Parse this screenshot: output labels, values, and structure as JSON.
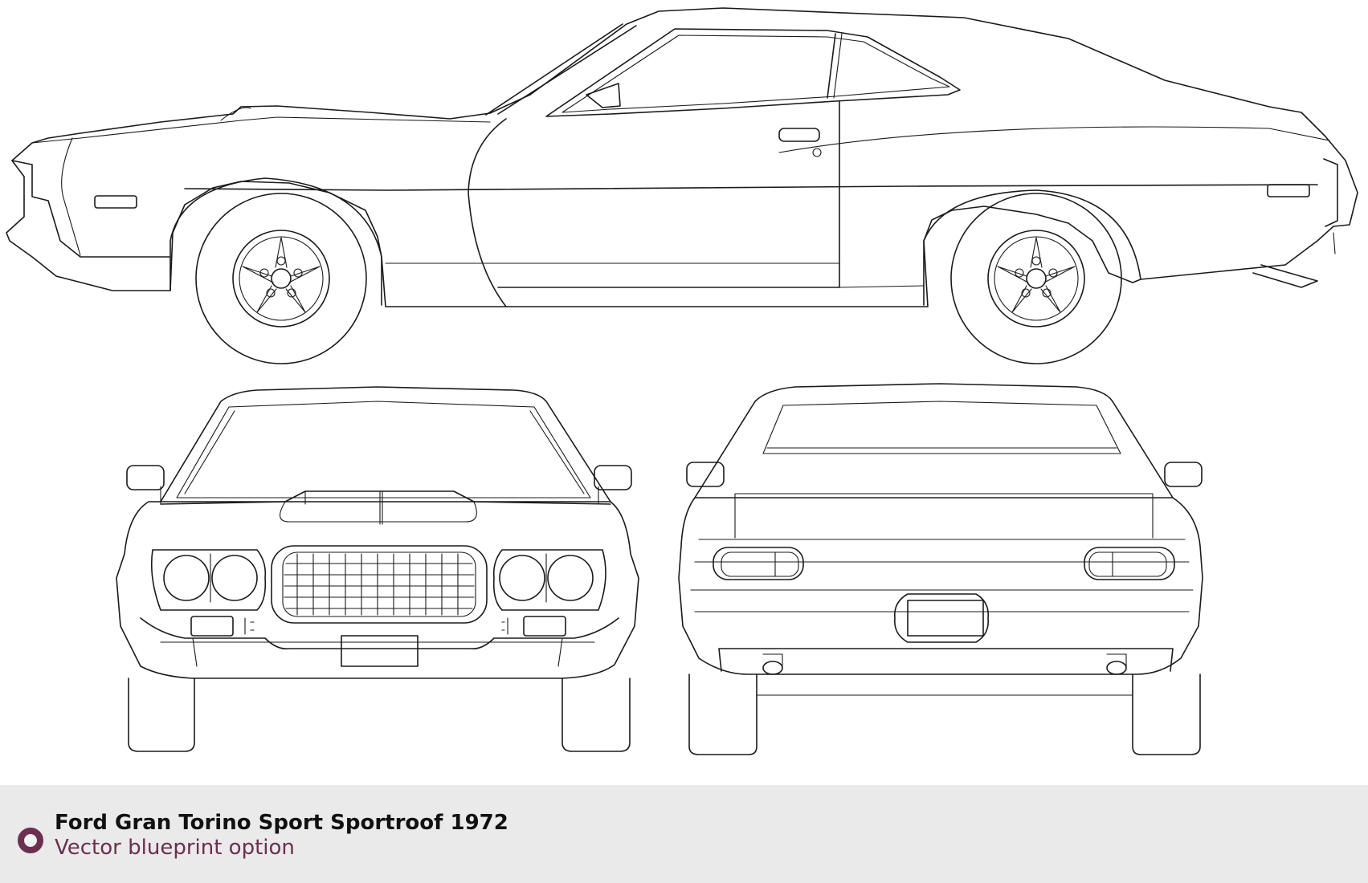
{
  "caption": {
    "title": "Ford Gran Torino Sport Sportroof 1972",
    "subtitle": "Vector blueprint option"
  },
  "colors": {
    "accent": "#6b2f4f",
    "caption_background": "#eaeaea",
    "line": "#1a1a1a",
    "background": "#ffffff"
  },
  "icons": {
    "caption_bullet": "ring-bullet-icon"
  },
  "views": [
    "side-view",
    "front-view",
    "rear-view"
  ]
}
